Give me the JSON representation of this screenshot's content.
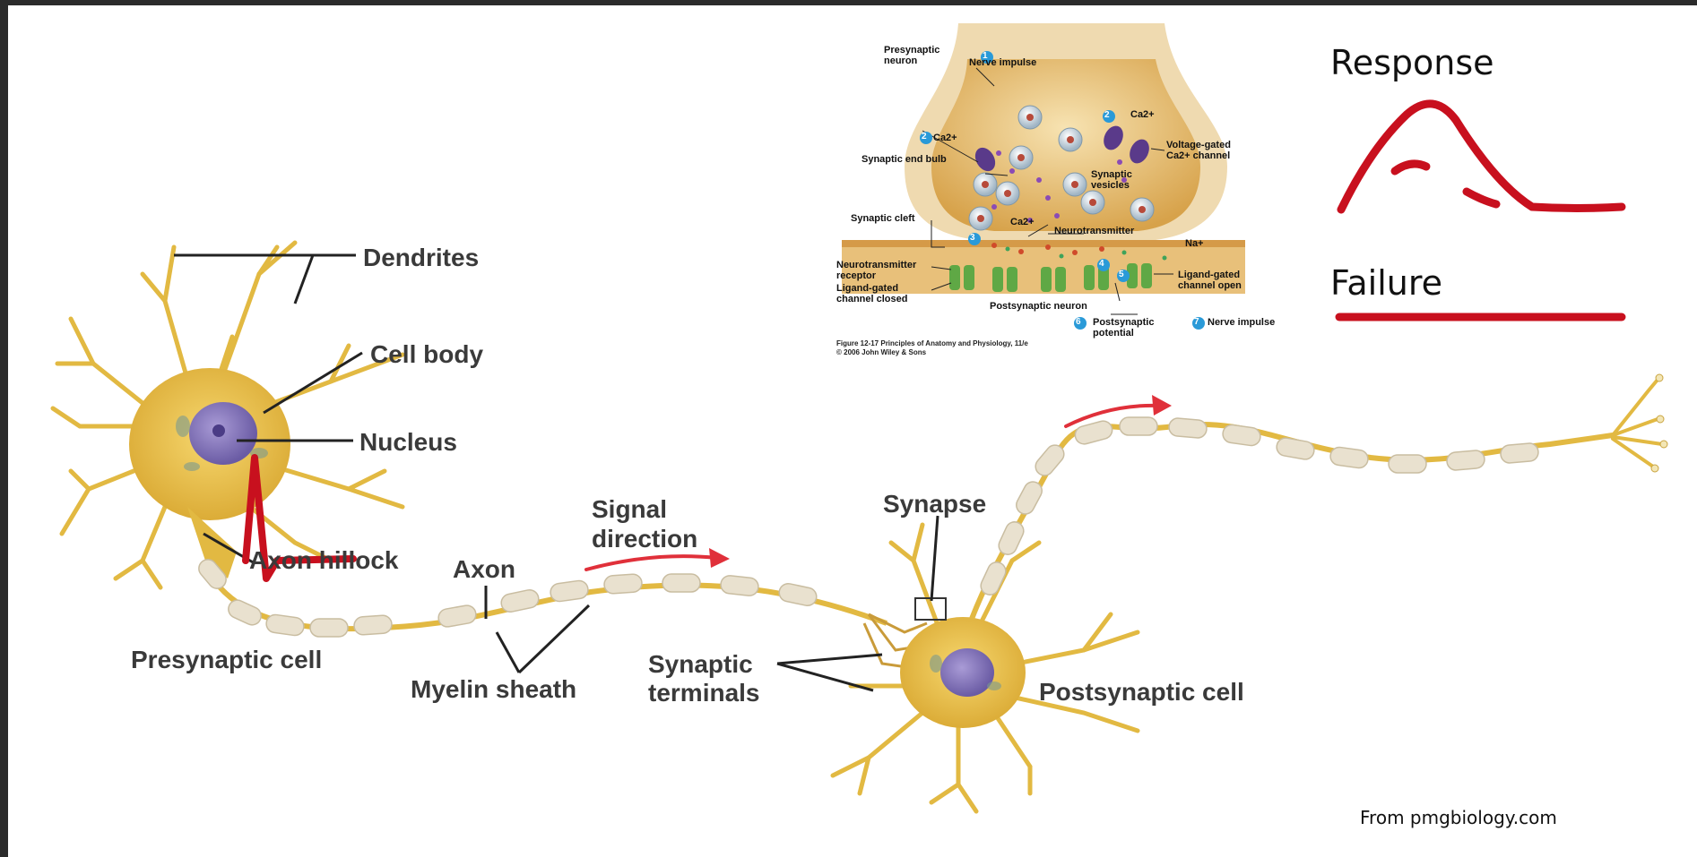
{
  "labels": {
    "dendrites": "Dendrites",
    "cell_body": "Cell body",
    "nucleus": "Nucleus",
    "axon_hillock": "Axon hillock",
    "axon": "Axon",
    "signal_direction": "Signal direction",
    "presynaptic_cell": "Presynaptic cell",
    "myelin_sheath": "Myelin sheath",
    "synapse": "Synapse",
    "synaptic_terminals": "Synaptic terminals",
    "postsynaptic_cell": "Postsynaptic cell"
  },
  "inset": {
    "presynaptic_neuron": "Presynaptic neuron",
    "nerve_impulse_1": "Nerve impulse",
    "ca_left": "Ca2+",
    "ca_right": "Ca2+",
    "voltage_gated": "Voltage-gated Ca2+ channel",
    "synaptic_end_bulb": "Synaptic end bulb",
    "synaptic_vesicles": "Synaptic vesicles",
    "synaptic_cleft": "Synaptic cleft",
    "ca_inside": "Ca2+",
    "neurotransmitter": "Neurotransmitter",
    "na": "Na+",
    "nt_receptor": "Neurotransmitter receptor",
    "ligand_closed": "Ligand-gated channel closed",
    "ligand_open": "Ligand-gated channel open",
    "postsynaptic_neuron": "Postsynaptic neuron",
    "postsynaptic_potential": "Postsynaptic potential",
    "nerve_impulse_7": "Nerve impulse",
    "figure_caption": "Figure 12-17 Principles of Anatomy and Physiology, 11/e",
    "copyright": "© 2006 John Wiley & Sons",
    "step_numbers": [
      "1",
      "2",
      "2",
      "3",
      "4",
      "5",
      "6",
      "7"
    ]
  },
  "legend": {
    "response": "Response",
    "failure": "Failure"
  },
  "credit": "From pmgbiology.com",
  "colors": {
    "neuron": "#e8c24f",
    "neuron_dark": "#b8902a",
    "myelin": "#e7dfcc",
    "annotation_red": "#c8101e",
    "arrow_red": "#e0303a",
    "step_blue": "#2a9ad8"
  }
}
